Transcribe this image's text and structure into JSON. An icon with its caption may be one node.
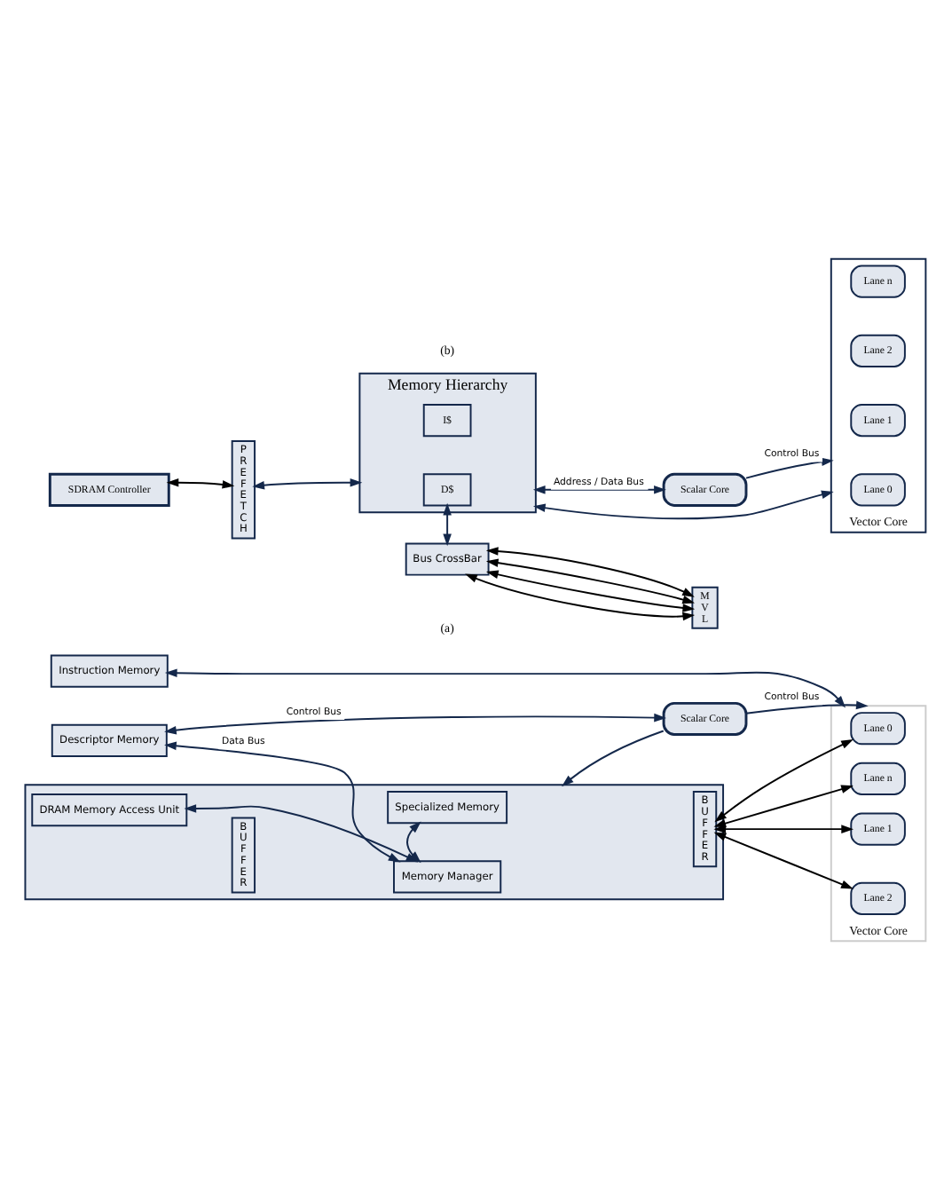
{
  "diagram": {
    "nodes": [
      {
        "text": [
          "SDRAM Controller"
        ]
      },
      {
        "text": [
          "PREFETCH"
        ]
      },
      {
        "text": [
          "Memory Hierarchy"
        ]
      },
      {
        "text": [
          "D$"
        ],
        "in": 2
      },
      {
        "text": [
          "I$"
        ],
        "in": 2
      },
      {
        "text": [
          "Scalar Core"
        ]
      },
      {
        "text": [
          "Bus CrossBar"
        ]
      },
      {
        "text": [
          "MVL"
        ]
      },
      {
        "text": [
          "Vector Core"
        ]
      },
      {
        "text": [
          "Lane 0"
        ],
        "in": 8
      },
      {
        "text": [
          "Lane 1"
        ],
        "in": 8
      },
      {
        "text": [
          "Lane 2"
        ],
        "in": 8
      },
      {
        "text": [
          "Lane n"
        ],
        "in": 8
      },
      {
        "text": [
          "Instruction Memory"
        ]
      },
      {
        "text": [
          "Descriptor Memory"
        ]
      },
      {
        "text": [],
        "shape": "box"
      },
      {
        "text": [
          "Memory Manager"
        ],
        "in": 15
      },
      {
        "text": [
          "DRAM Memory Access Unit"
        ],
        "in": 15
      },
      {
        "text": [
          "BUFFER"
        ],
        "in": 15
      },
      {
        "text": [
          "Specialized Memory"
        ],
        "in": 15
      },
      {
        "text": [
          "BUFFER"
        ],
        "in": 15
      },
      {
        "text": [
          "Scalar Core"
        ]
      },
      {
        "text": [
          "Vector Core"
        ]
      },
      {
        "text": [
          "Lane 0"
        ],
        "in": 22
      },
      {
        "text": [
          "Lane 1"
        ],
        "in": 22
      },
      {
        "text": [
          "Lane 2"
        ],
        "in": 22
      },
      {
        "text": [
          "Lane n"
        ],
        "in": 22
      }
    ],
    "edges": [
      {
        "from": 0,
        "to": 1,
        "arrow": "both",
        "color": "#000000"
      },
      {
        "from": 1,
        "to": 2,
        "arrow": "both"
      },
      {
        "from": 2,
        "to": 5,
        "arrow": "both",
        "label": "Address / Data Bus"
      },
      {
        "from": 5,
        "to": 8,
        "arrow": "to",
        "label": "Control Bus"
      },
      {
        "from": 2,
        "to": 8,
        "arrow": "both"
      },
      {
        "from": 3,
        "to": 6,
        "arrow": "both"
      },
      {
        "from": 6,
        "to": 7,
        "arrow": "both",
        "color": "#000000"
      },
      {
        "from": 6,
        "to": 7,
        "arrow": "both",
        "color": "#000000"
      },
      {
        "from": 6,
        "to": 7,
        "arrow": "both",
        "color": "#000000"
      },
      {
        "from": 6,
        "to": 7,
        "arrow": "both",
        "color": "#000000"
      },
      {
        "from": 13,
        "to": 22,
        "arrow": "both"
      },
      {
        "from": 14,
        "to": 21,
        "arrow": "both",
        "label": "Control Bus"
      },
      {
        "from": 21,
        "to": 15,
        "arrow": "to"
      },
      {
        "from": 14,
        "to": 16,
        "arrow": "both",
        "label": "Data Bus"
      },
      {
        "from": 16,
        "to": 17,
        "arrow": "both"
      },
      {
        "from": 16,
        "to": 19,
        "arrow": "both"
      },
      {
        "from": 21,
        "to": 22,
        "arrow": "to",
        "label": "Control Bus"
      },
      {
        "from": 20,
        "to": 23,
        "arrow": "both",
        "color": "#000000"
      },
      {
        "from": 20,
        "to": 24,
        "arrow": "both",
        "color": "#000000"
      },
      {
        "from": 20,
        "to": 25,
        "arrow": "both",
        "color": "#000000"
      },
      {
        "from": 20,
        "to": 26,
        "arrow": "both",
        "color": "#000000"
      }
    ],
    "labels": [
      "(a)",
      "(b)"
    ]
  }
}
